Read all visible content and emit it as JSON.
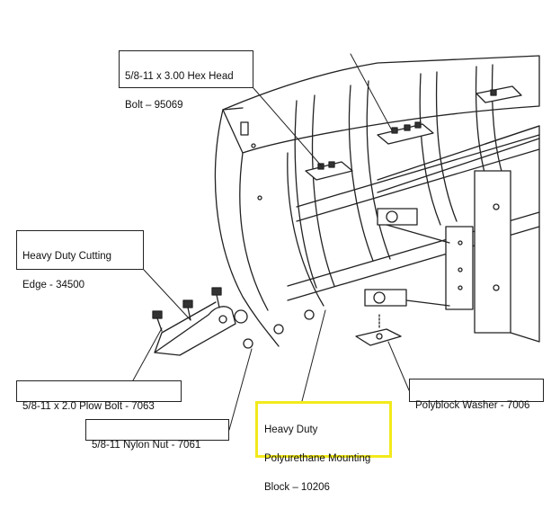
{
  "callouts": {
    "hex_bolt": {
      "lines": [
        "5/8-11 x 3.00 Hex Head",
        "Bolt – 95069"
      ]
    },
    "cutting_edge": {
      "lines": [
        "Heavy Duty Cutting",
        "Edge - 34500"
      ]
    },
    "plow_bolt": {
      "lines": [
        "5/8-11 x 2.0 Plow Bolt - 7063"
      ]
    },
    "nylon_nut": {
      "lines": [
        "5/8-11 Nylon Nut - 7061"
      ]
    },
    "washer": {
      "lines": [
        "Polyblock Washer - 7006"
      ]
    },
    "mounting_block": {
      "lines": [
        "Heavy Duty",
        "Polyurethane Mounting",
        "Block – 10206"
      ]
    }
  },
  "colors": {
    "highlight": "#f2ea1c",
    "ink": "#222222"
  }
}
